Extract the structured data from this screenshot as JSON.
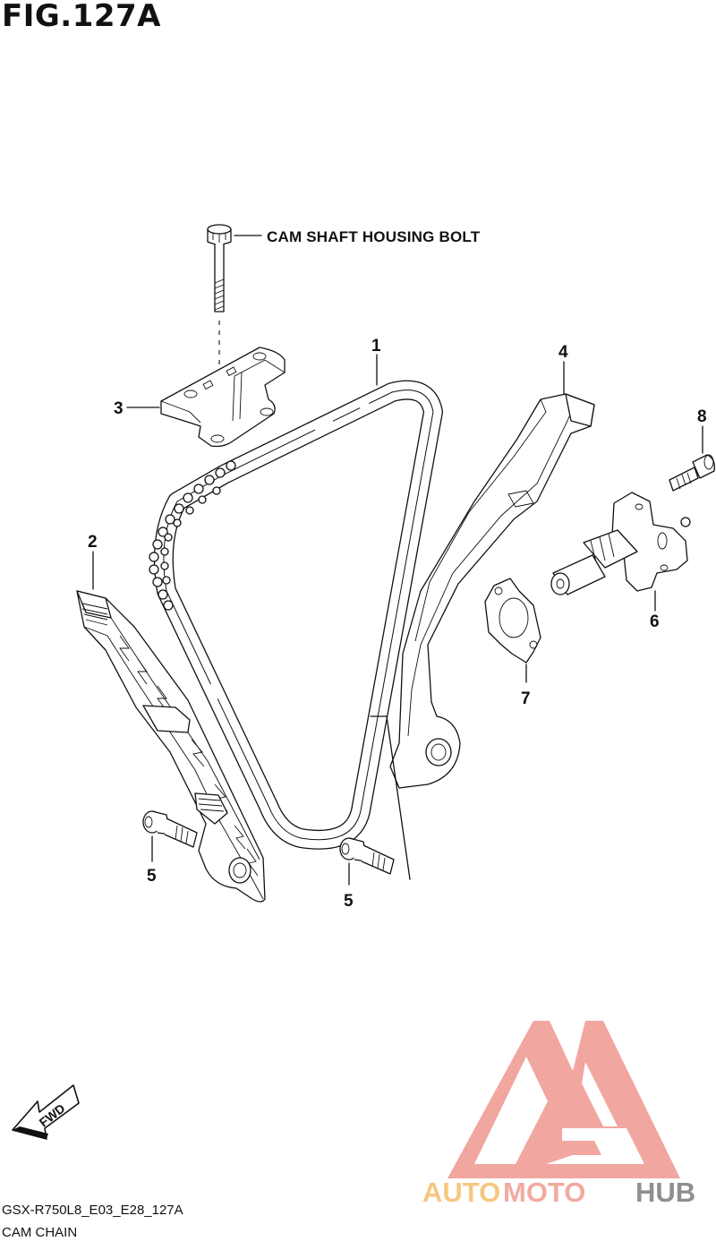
{
  "figure": {
    "title": "FIG.127A",
    "footer_code": "GSX-R750L8_E03_E28_127A",
    "footer_name": "CAM CHAIN"
  },
  "labels": {
    "cam_shaft_housing_bolt": "CAM SHAFT HOUSING BOLT"
  },
  "callouts": [
    {
      "id": "1",
      "text": "1"
    },
    {
      "id": "2",
      "text": "2"
    },
    {
      "id": "3",
      "text": "3"
    },
    {
      "id": "4",
      "text": "4"
    },
    {
      "id": "5a",
      "text": "5"
    },
    {
      "id": "5b",
      "text": "5"
    },
    {
      "id": "6",
      "text": "6"
    },
    {
      "id": "7",
      "text": "7"
    },
    {
      "id": "8",
      "text": "8"
    }
  ],
  "fwd_arrow": {
    "text": "FWD"
  },
  "watermark": {
    "text_auto": "AUTO",
    "text_moto": "MOTO",
    "text_hub": "HUB",
    "colors": {
      "logo": "#f1a29b",
      "auto": "#f6c57a",
      "moto": "#f2a69b",
      "hub": "#8a8a8a"
    }
  }
}
